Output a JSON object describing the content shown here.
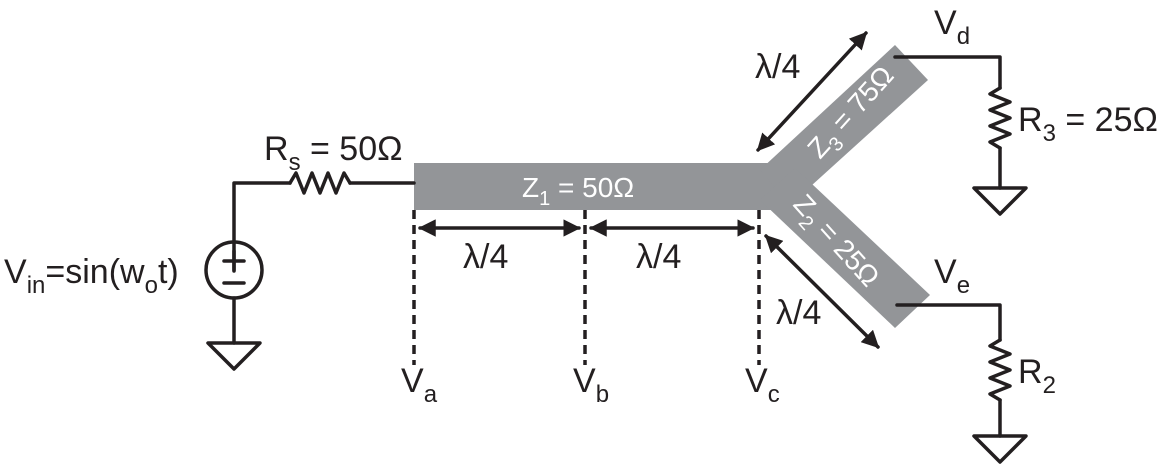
{
  "colors": {
    "line": "#231f20",
    "tline_fill": "#939598",
    "tline_text": "#ffffff"
  },
  "source": {
    "resistor": {
      "main": "R",
      "sub": "s",
      "suffix": " = 50Ω"
    },
    "voltage": {
      "main": "V",
      "sub": "in",
      "suffix": "=sin(w",
      "sub2": "o",
      "suffix2": "t)"
    },
    "symbol": "voltage-source-icon"
  },
  "lines": {
    "z1": {
      "main": "Z",
      "sub": "1",
      "suffix": " = 50Ω"
    },
    "z2": {
      "main": "Z",
      "sub": "2",
      "suffix": " = 25Ω"
    },
    "z3": {
      "main": "Z",
      "sub": "3",
      "suffix": " = 75Ω"
    }
  },
  "quarter_wave": "λ/4",
  "nodes": {
    "va": {
      "main": "V",
      "sub": "a"
    },
    "vb": {
      "main": "V",
      "sub": "b"
    },
    "vc": {
      "main": "V",
      "sub": "c"
    },
    "vd": {
      "main": "V",
      "sub": "d"
    },
    "ve": {
      "main": "V",
      "sub": "e"
    }
  },
  "loads": {
    "r3": {
      "main": "R",
      "sub": "3",
      "suffix": " = 25Ω"
    },
    "r2": {
      "main": "R",
      "sub": "2"
    }
  }
}
